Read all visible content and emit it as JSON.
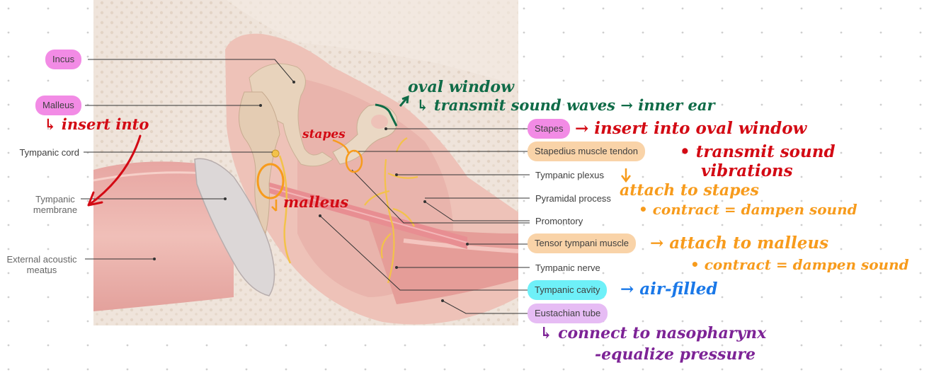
{
  "labels": {
    "incus": "Incus",
    "malleus": "Malleus",
    "tympanic_cord": "Tympanic cord",
    "tympanic_membrane": "Tympanic\nmembrane",
    "external_acoustic_meatus": "External acoustic\nmeatus",
    "stapes": "Stapes",
    "stapedius_tendon": "Stapedius muscle tendon",
    "tympanic_plexus": "Tympanic plexus",
    "pyramidal_process": "Pyramidal process",
    "promontory": "Promontory",
    "tensor_tympani": "Tensor tympani muscle",
    "tympanic_nerve": "Tympanic nerve",
    "tympanic_cavity": "Tympanic cavity",
    "eustachian_tube": "Eustachian tube"
  },
  "notes": {
    "insert_into": "↳ insert into",
    "stapes_hand": "stapes",
    "malleus_hand": "malleus",
    "oval_window": "oval window",
    "transmit_sound_waves": "↳ transmit sound waves → inner ear",
    "stapes_insert": "→ insert into oval window",
    "transmit_vibrations_1": "• transmit sound",
    "transmit_vibrations_2": "vibrations",
    "attach_stapes": "attach to stapes",
    "contract_dampen_1": "• contract = dampen sound",
    "attach_malleus": "→ attach to malleus",
    "contract_dampen_2": "• contract = dampen sound",
    "air_filled": "→ air-filled",
    "connect_nasopharynx": "↳ connect to nasopharynx",
    "equalize_pressure": "-equalize pressure"
  },
  "colors": {
    "pink_pill": "#f28be5",
    "orange_pill": "#f9d3a8",
    "cyan_pill": "#6ef0f8",
    "lavender_pill": "#e6bcf4",
    "red_ink": "#d30a14",
    "green_ink": "#0f6b47",
    "orange_ink": "#f79b1c",
    "blue_ink": "#1a78e8",
    "purple_ink": "#7d2396"
  }
}
